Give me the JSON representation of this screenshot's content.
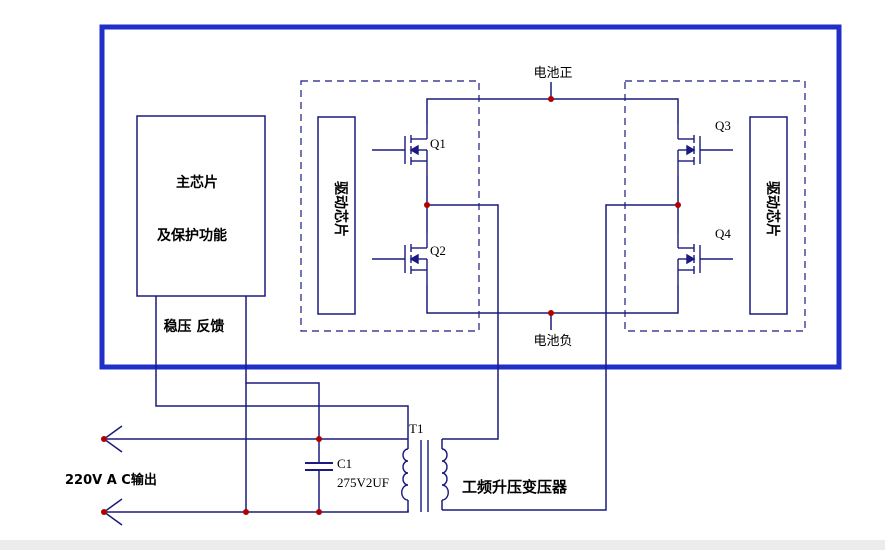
{
  "colors": {
    "background": "#ffffff",
    "frame": "#1f2fc8",
    "wire": "#1a1a80",
    "junction": "#b00000",
    "bottom_bar": "#ececec"
  },
  "labels": {
    "main_chip_line1": "主芯片",
    "main_chip_line2": "及保护功能",
    "feedback": "稳压 反馈",
    "battery_positive": "电池正",
    "battery_negative": "电池负",
    "driver_left": "驱动芯片",
    "driver_right": "驱动芯片",
    "q1": "Q1",
    "q2": "Q2",
    "q3": "Q3",
    "q4": "Q4",
    "transformer_ref": "T1",
    "transformer_name": "工频升压变压器",
    "capacitor_ref": "C1",
    "capacitor_value": "275V2UF",
    "output_label": "220V A C输出"
  }
}
